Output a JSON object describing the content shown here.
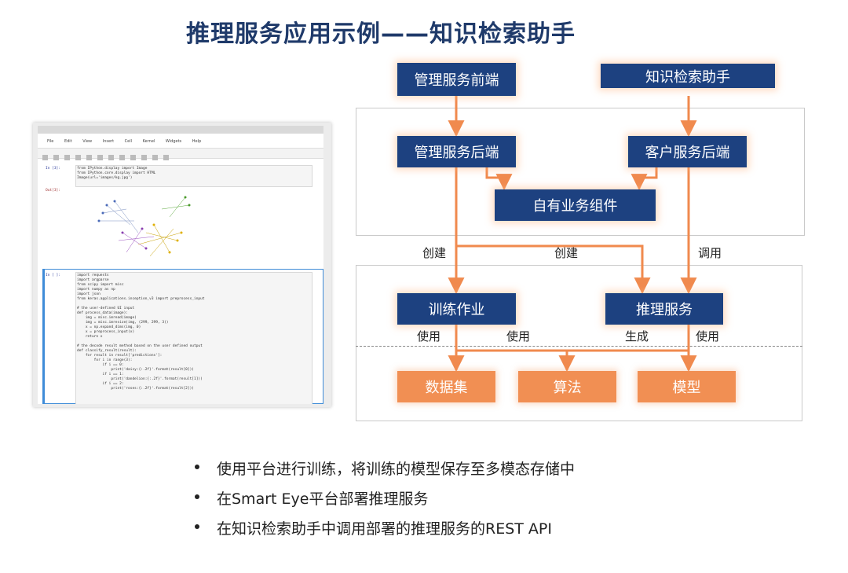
{
  "title": "推理服务应用示例——知识检索助手",
  "screenshot": {
    "menu": [
      "File",
      "Edit",
      "View",
      "Insert",
      "Cell",
      "Kernel",
      "Widgets",
      "Help"
    ],
    "cell1_prompt": "In [3]:",
    "cell1_code": "from IPython.display import Image\nfrom IPython.core.display import HTML\nImage(url='images/kg.jpg')",
    "out_prompt": "Out[3]:",
    "cell2_prompt": "In [ ]:",
    "cell2_code": "import requests\nimport argparse\nfrom scipy import misc\nimport numpy as np\nimport json\nfrom keras.applications.inception_v3 import preprocess_input\n\n# the user-defined UI input\ndef process_data(image):\n    img = misc.imread(image)\n    img = misc.imresize(img, (299, 299, 3))\n    x = np.expand_dims(img, 0)\n    x = preprocess_input(x)\n    return x\n\n# the decode result method based on the user defined output\ndef classify_result(result):\n    for result in result['predictions']:\n        for i in range(3):\n            if i == 0:\n                print('daisy:{:.2f}'.format(result[0]))\n            if i == 1:\n                print('dandelion:{:.2f}'.format(result[1]))\n            if i == 2:\n                print('roses:{:.2f}'.format(result[2]))"
  },
  "diagram": {
    "nodes": {
      "mgmt_frontend": "管理服务前端",
      "knowledge_assistant": "知识检索助手",
      "mgmt_backend": "管理服务后端",
      "customer_backend": "客户服务后端",
      "own_components": "自有业务组件",
      "training_job": "训练作业",
      "inference_service": "推理服务",
      "dataset": "数据集",
      "algorithm": "算法",
      "model": "模型"
    },
    "edge_labels": {
      "create_left": "创建",
      "create_mid": "创建",
      "invoke": "调用",
      "use_1": "使用",
      "use_2": "使用",
      "generate": "生成",
      "use_3": "使用"
    },
    "colors": {
      "navy": "#1d4180",
      "orange": "#f18f53",
      "arrow": "#f08a4e"
    }
  },
  "bullets": [
    "使用平台进行训练，将训练的模型保存至多模态存储中",
    "在Smart Eye平台部署推理服务",
    "在知识检索助手中调用部署的推理服务的REST API"
  ]
}
